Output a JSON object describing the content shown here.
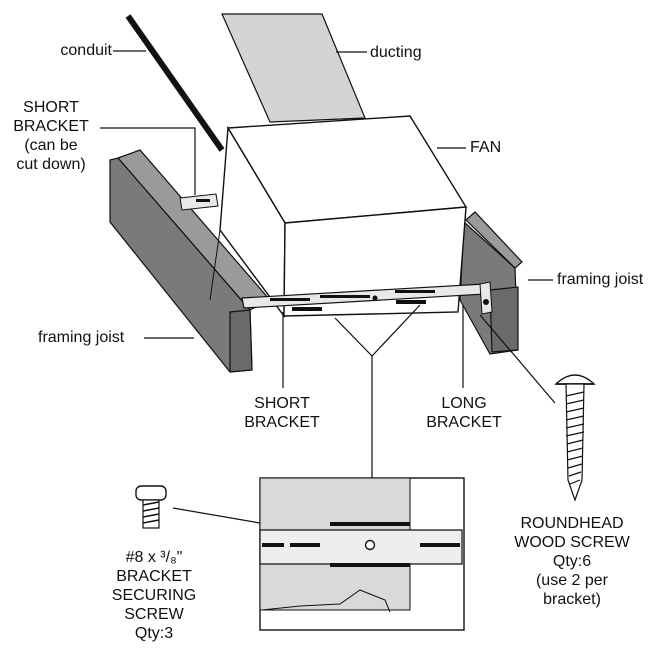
{
  "labels": {
    "conduit": "conduit",
    "ducting": "ducting",
    "fan": "FAN",
    "short_bracket_top": [
      "SHORT",
      "BRACKET",
      "(can be",
      "cut down)"
    ],
    "framing_joist_right": "framing joist",
    "framing_joist_left": "framing joist",
    "short_bracket_bottom": [
      "SHORT",
      "BRACKET"
    ],
    "long_bracket": [
      "LONG",
      "BRACKET"
    ],
    "roundhead_screw": [
      "ROUNDHEAD",
      "WOOD SCREW",
      "Qty:6",
      "(use 2 per",
      "bracket)"
    ],
    "securing_screw": [
      "#8 x ³/₈\"",
      "BRACKET",
      "SECURING",
      "SCREW",
      "Qty:3"
    ]
  },
  "colors": {
    "line": "#111111",
    "joist_fill": "#7a7a7a",
    "joist_top": "#9a9a9a",
    "ducting_fill": "#d4d4d4",
    "fan_top": "#ffffff",
    "fan_side": "#ffffff",
    "inset_fill": "#d9d9d9",
    "bracket_fill": "#e8e8e8"
  },
  "icons": [
    "roundhead-wood-screw-icon",
    "bracket-securing-screw-icon"
  ]
}
